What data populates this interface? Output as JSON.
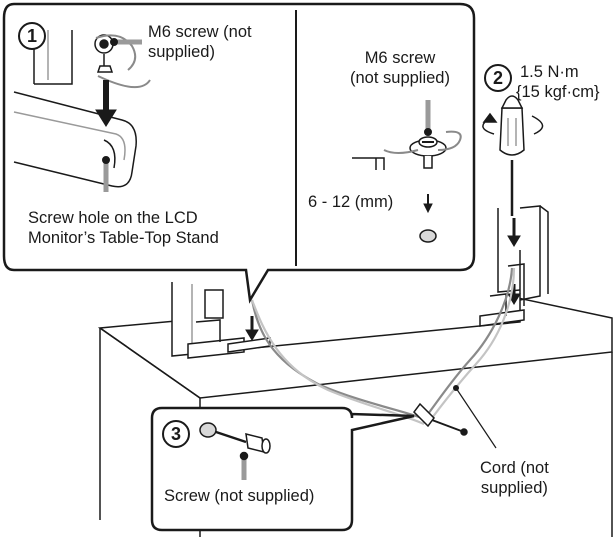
{
  "steps": [
    {
      "number": "1"
    },
    {
      "number": "2"
    },
    {
      "number": "3"
    }
  ],
  "callout1": {
    "screw_label": "M6 screw (not\nsupplied)",
    "hole_label": "Screw hole on the LCD\nMonitor’s Table-Top Stand"
  },
  "callout2": {
    "screw_label": "M6 screw\n(not supplied)",
    "depth_label": "6 - 12 (mm)"
  },
  "torque": {
    "value": "1.5 N·m",
    "value_alt": "{15 kgf·cm}"
  },
  "callout3": {
    "screw_label": "Screw (not supplied)"
  },
  "cord": {
    "label": "Cord (not\nsupplied)"
  },
  "colors": {
    "line": "#1a1a1a",
    "gray": "#9a9a9a",
    "light_gray": "#d8d8d8",
    "background": "#ffffff"
  }
}
